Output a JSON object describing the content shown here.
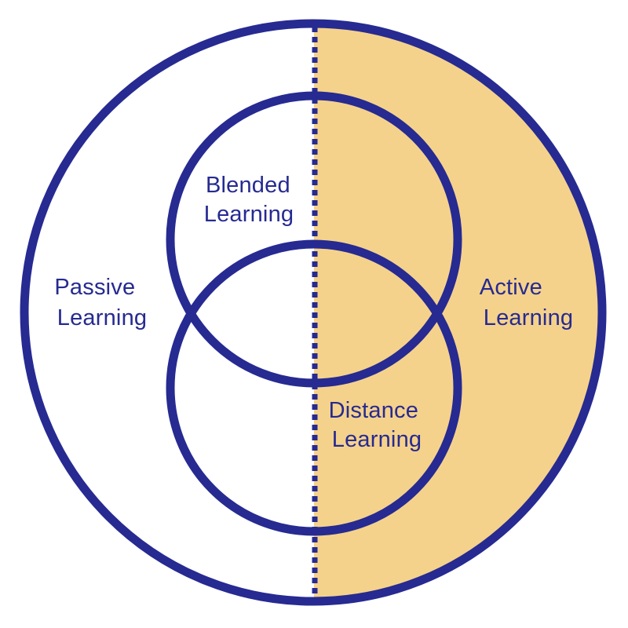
{
  "colors": {
    "stroke": "#262a91",
    "active_fill": "#f5d28b",
    "background": "#ffffff"
  },
  "labels": {
    "blended": [
      "Blended",
      "Learning"
    ],
    "passive": [
      "Passive",
      "Learning"
    ],
    "active": [
      "Active",
      "Learning"
    ],
    "distance": [
      "Distance",
      "Learning"
    ]
  }
}
